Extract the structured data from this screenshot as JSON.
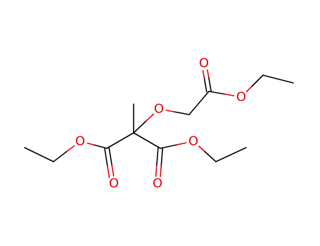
{
  "molecule": {
    "colors": {
      "carbon_bond": "#000000",
      "oxygen": "#e8000b"
    },
    "atoms": [
      {
        "label": "O"
      },
      {
        "label": "O"
      },
      {
        "label": "O"
      },
      {
        "label": "O"
      },
      {
        "label": "O"
      },
      {
        "label": "O"
      },
      {
        "label": "O"
      }
    ]
  }
}
